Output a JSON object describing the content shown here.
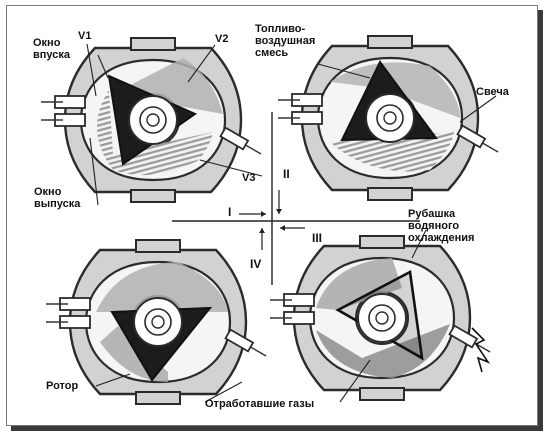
{
  "labels": {
    "intake_window": "Окно\nвпуска",
    "exhaust_window": "Окно\nвыпуска",
    "v1": "V1",
    "v2": "V2",
    "v3": "V3",
    "fuel_air_mixture": "Топливо-\nвоздушная\nсмесь",
    "spark_plug": "Свеча",
    "cooling_jacket": "Рубашка\nводяного\nохлаждения",
    "rotor": "Ротор",
    "exhaust_gases": "Отработавшие газы",
    "stage_1": "I",
    "stage_2": "II",
    "stage_3": "III",
    "stage_4": "IV"
  },
  "colors": {
    "outline": "#2b2b2b",
    "housing_fill": "#cfcfcf",
    "chamber_fill": "#f4f4f4",
    "rotor_fill": "#1c1c1c",
    "charge_fill": "#a9a9a9",
    "exhaust_fill": "#8f8f8f"
  }
}
